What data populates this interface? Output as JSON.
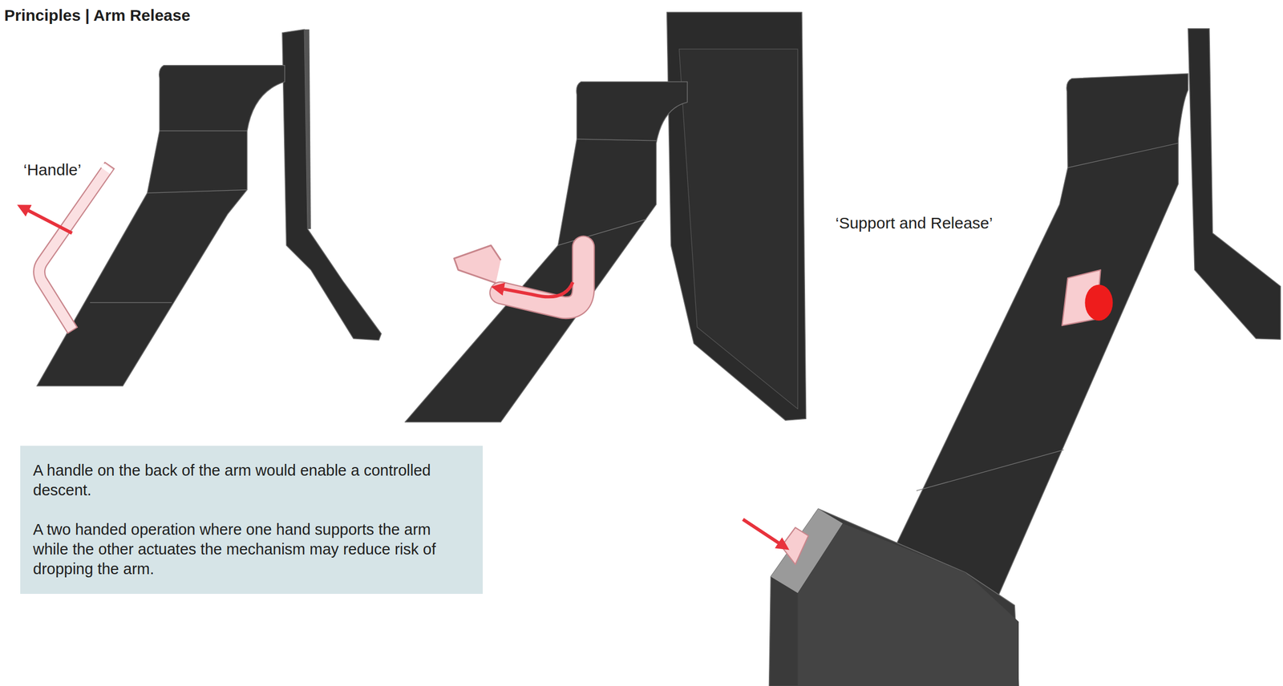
{
  "diagram": {
    "title": "Principles | Arm Release",
    "nodes": [
      {
        "text": [
          "A handle on the back of the arm would enable a controlled descent.",
          "A two handed operation where one hand supports the arm while the other actuates the mechanism may reduce risk of dropping the arm."
        ]
      }
    ],
    "labels": [
      "‘Handle’",
      "‘Support and Release’"
    ]
  }
}
